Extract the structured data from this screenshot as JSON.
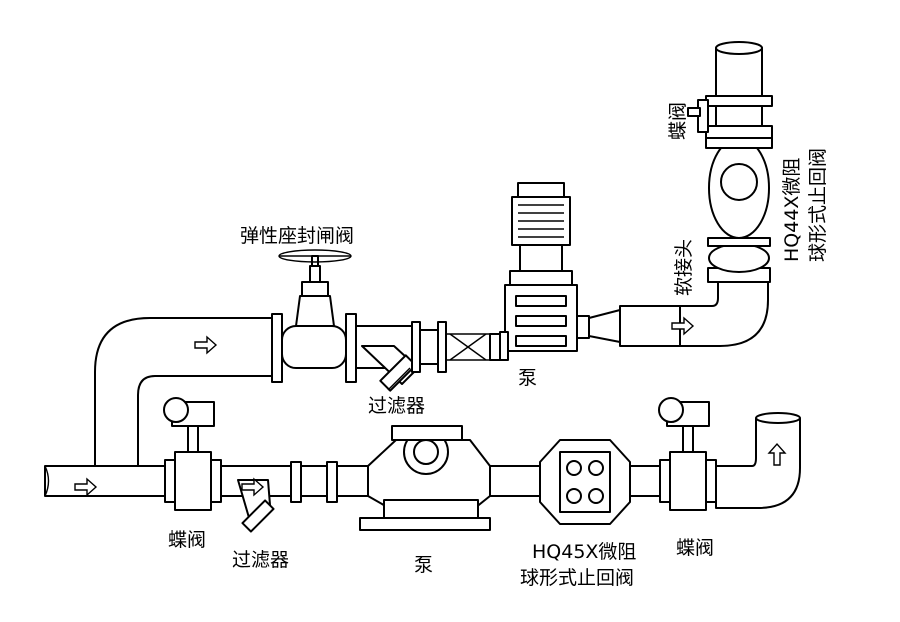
{
  "labels": {
    "gate_valve": "弹性座封闸阀",
    "strainer_top": "过滤器",
    "pump_top": "泵",
    "butterfly_top": "蝶阀",
    "soft_joint": "软接头",
    "check_top_line1": "HQ44X微阻",
    "check_top_line2": "球形式止回阀",
    "butterfly_left": "蝶阀",
    "strainer_bottom": "过滤器",
    "pump_bottom": "泵",
    "check_bottom_line1": "HQ45X微阻",
    "check_bottom_line2": "球形式止回阀",
    "butterfly_right": "蝶阀"
  },
  "flow_arrows": [
    {
      "id": "top-left",
      "direction": "right"
    },
    {
      "id": "inlet",
      "direction": "right"
    },
    {
      "id": "bottom-strainer",
      "direction": "right"
    },
    {
      "id": "bottom-riser",
      "direction": "up"
    },
    {
      "id": "top-reducer",
      "direction": "right"
    }
  ]
}
